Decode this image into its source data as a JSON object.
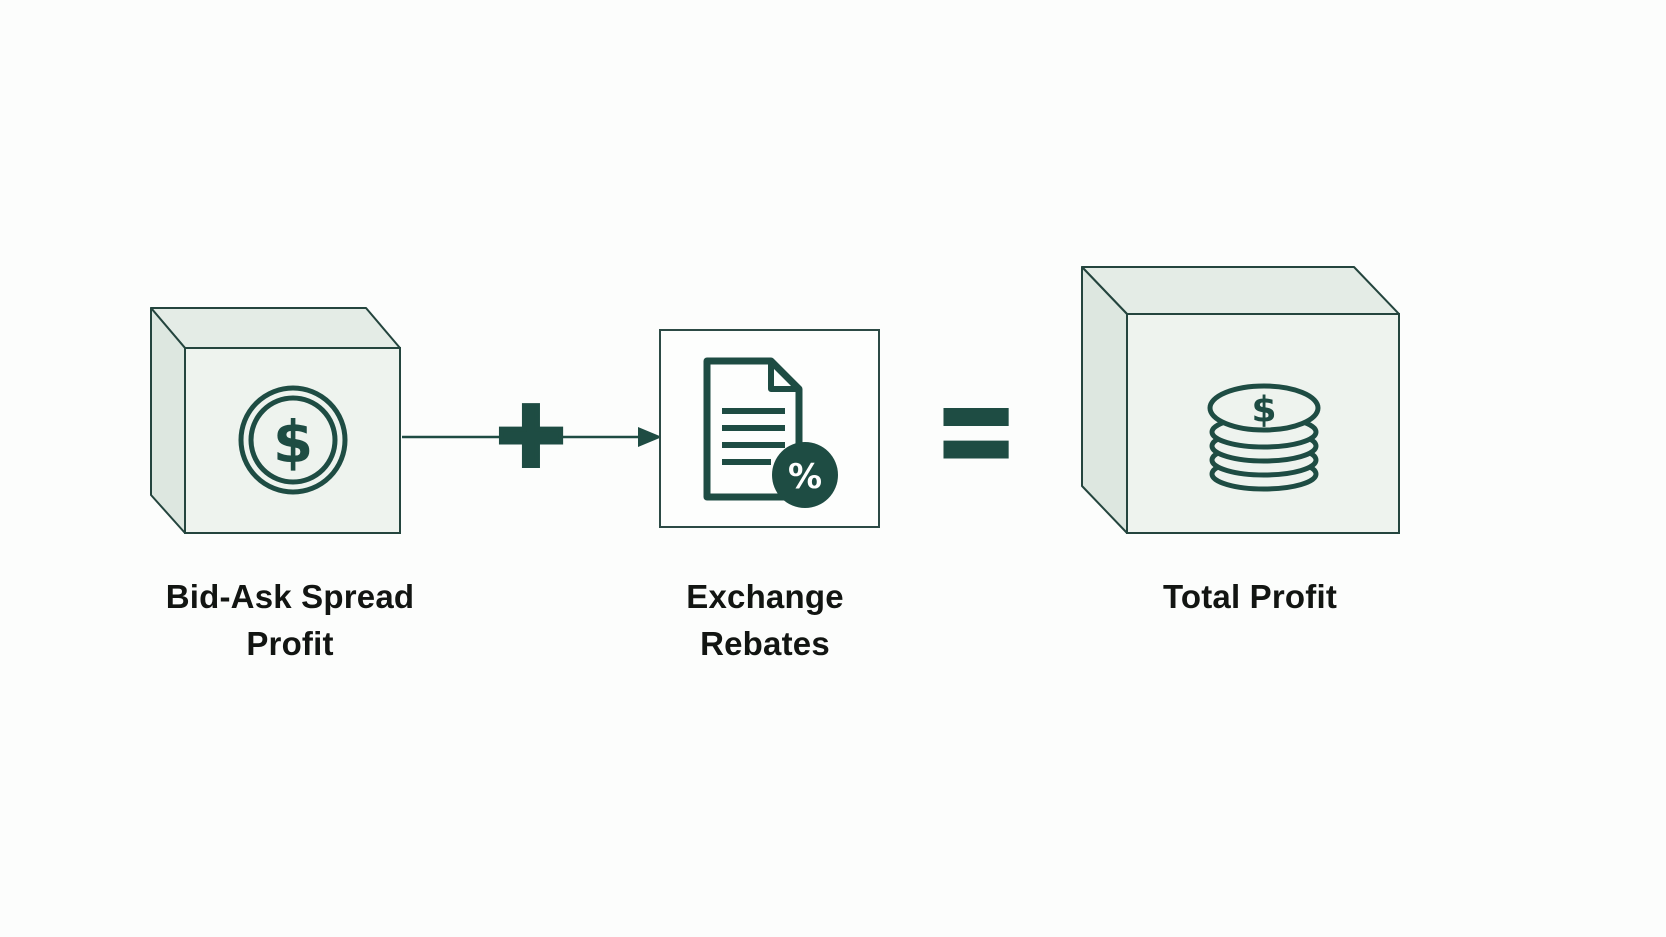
{
  "diagram": {
    "nodes": [
      {
        "name": "bid-ask-spread-profit",
        "label": "Bid-Ask Spread\nProfit",
        "icon": "dollar-coin-icon",
        "symbol": "$"
      },
      {
        "name": "exchange-rebates",
        "label": "Exchange\nRebates",
        "icon": "rebate-document-icon",
        "badge_symbol": "%"
      },
      {
        "name": "total-profit",
        "label": "Total Profit",
        "icon": "coin-stack-icon",
        "symbol": "$"
      }
    ],
    "operators": {
      "plus": "+",
      "equals": "="
    },
    "colors": {
      "accent": "#1e4c43",
      "box_front": "#eef3ee",
      "box_top": "#e4ece6",
      "box_side": "#dde7e0",
      "panel_fill": "#fdfefd",
      "text": "#121512",
      "background": "#fcfdfc"
    }
  }
}
